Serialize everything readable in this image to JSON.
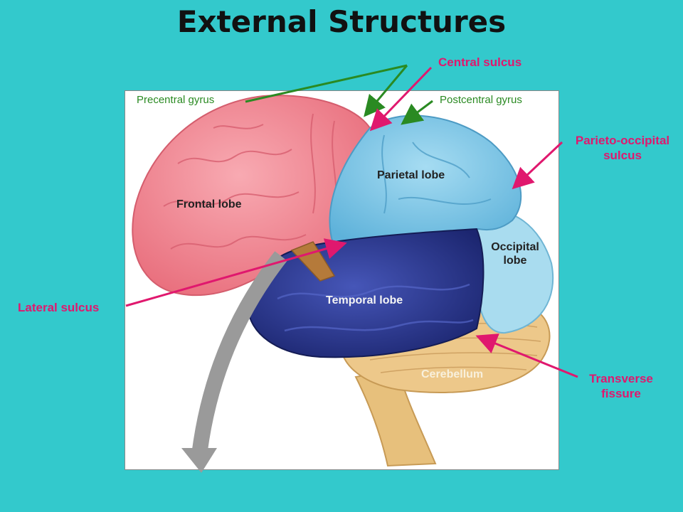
{
  "title": "External Structures",
  "labels": {
    "central_sulcus": "Central sulcus",
    "precentral_gyrus": "Precentral gyrus",
    "postcentral_gyrus": "Postcentral gyrus",
    "parieto_occipital_line1": "Parieto-occipital",
    "parieto_occipital_line2": "sulcus",
    "lateral_sulcus": "Lateral sulcus",
    "transverse_line1": "Transverse",
    "transverse_line2": "fissure",
    "frontal_lobe": "Frontal lobe",
    "parietal_lobe": "Parietal lobe",
    "occipital_line1": "Occipital",
    "occipital_line2": "lobe",
    "temporal_lobe": "Temporal lobe",
    "cerebellum": "Cerebellum"
  },
  "colors": {
    "background": "#33c9cc",
    "frontal": "#f28a96",
    "parietal": "#7ec8e8",
    "occipital": "#a9dcef",
    "temporal": "#2b3a96",
    "cerebellum": "#edc88a",
    "pink_label": "#e0186e",
    "green_label": "#2a8a22"
  }
}
